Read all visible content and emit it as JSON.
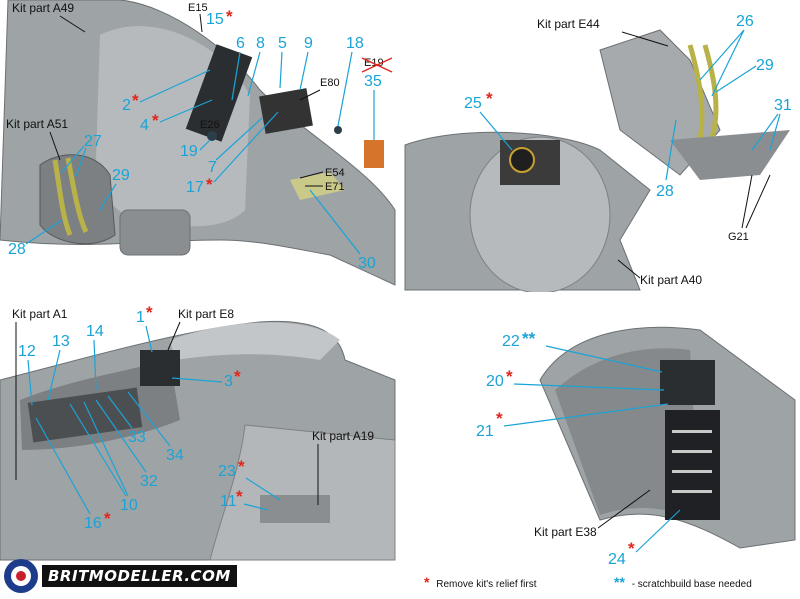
{
  "panels": {
    "top_left": {
      "kit_labels": [
        "Kit part A49",
        "Kit part A51"
      ],
      "codes": [
        "E15",
        "E80",
        "E19",
        "E26",
        "E54",
        "E71"
      ],
      "numbers": [
        "15",
        "6",
        "8",
        "5",
        "9",
        "18",
        "35",
        "2",
        "4",
        "19",
        "7",
        "17",
        "27",
        "29",
        "28",
        "30"
      ]
    },
    "top_right": {
      "kit_labels": [
        "Kit part E44",
        "Kit part A40"
      ],
      "codes": [
        "G21"
      ],
      "numbers": [
        "26",
        "29",
        "25",
        "31",
        "28"
      ]
    },
    "bottom_left": {
      "kit_labels": [
        "Kit part A1",
        "Kit part E8",
        "Kit part A19"
      ],
      "numbers": [
        "1",
        "12",
        "13",
        "14",
        "3",
        "33",
        "34",
        "32",
        "10",
        "16",
        "23",
        "11"
      ]
    },
    "bottom_right": {
      "kit_labels": [
        "Kit part E38"
      ],
      "numbers": [
        "22",
        "20",
        "21",
        "24"
      ]
    }
  },
  "legend": {
    "red_star_note": "Remove kit's relief first",
    "blue_star_note": "- scratchbuild base needed",
    "red_symbol": "*",
    "blue_symbol": "**"
  },
  "logo_text": "BRITMODELLER.COM",
  "colors": {
    "label_blue": "#1aa3d6",
    "star_red": "#e0261d",
    "plastic_grey": "#9ea3a6",
    "seat_yellow": "#b8b248",
    "roundel_blue": "#1e3c8c"
  }
}
